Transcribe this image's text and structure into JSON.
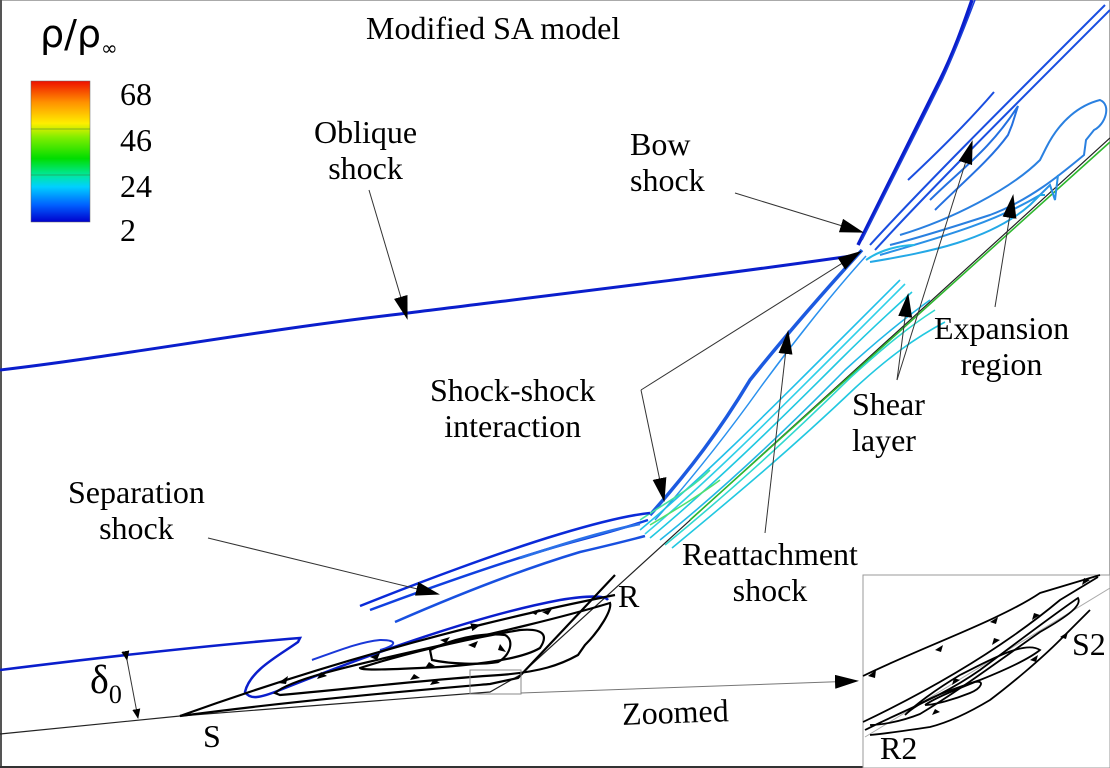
{
  "title": "Modified SA model",
  "colorbar": {
    "variable": "ρ/ρ",
    "subscript": "∞",
    "ticks": [
      "68",
      "46",
      "24",
      "2"
    ],
    "min": 2,
    "max": 68,
    "colors": [
      "#0000cc",
      "#0066ff",
      "#00ccff",
      "#00e6a0",
      "#00dd00",
      "#99ee00",
      "#ffee00",
      "#ffa000",
      "#ff5000",
      "#ee1000"
    ]
  },
  "annotations": {
    "oblique_shock": [
      "Oblique",
      "shock"
    ],
    "bow_shock": [
      "Bow",
      "shock"
    ],
    "shock_shock": [
      "Shock-shock",
      "interaction"
    ],
    "separation_shock": [
      "Separation",
      "shock"
    ],
    "reattachment_shock": [
      "Reattachment",
      "shock"
    ],
    "shear_layer": [
      "Shear",
      "layer"
    ],
    "expansion_region": [
      "Expansion",
      "region"
    ],
    "separation_point": "S",
    "reattachment_point": "R",
    "boundary_layer_thickness": "δ",
    "boundary_layer_sub": "0",
    "zoomed": "Zoomed",
    "inset_s2": "S2",
    "inset_r2": "R2"
  },
  "colors": {
    "shock_blue": "#0a1ecc",
    "mid_blue": "#1e6fe0",
    "cyan": "#22b8e6",
    "green": "#22c040",
    "streamline": "#000000",
    "frame": "#999999"
  }
}
